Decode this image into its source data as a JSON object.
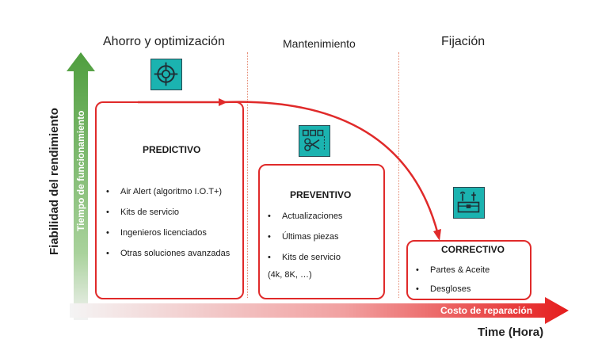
{
  "axes": {
    "y_outer_label": "Fiabilidad del rendimiento",
    "y_inner_label": "Tiempo de funcionamiento",
    "x_inner_label": "Costo de reparación",
    "x_outer_label": "Time (Hora)"
  },
  "phases": [
    {
      "title": "Ahorro y optimización"
    },
    {
      "title": "Mantenimiento"
    },
    {
      "title": "Fijación"
    }
  ],
  "cards": {
    "predictive": {
      "title": "PREDICTIVO",
      "items": [
        "Air Alert (algoritmo I.O.T+)",
        "Kits de servicio",
        "Ingenieros licenciados",
        "Otras soluciones avanzadas"
      ]
    },
    "preventive": {
      "title": "PREVENTIVO",
      "items": [
        "Actualizaciones",
        "Últimas piezas",
        "Kits de servicio",
        "(4k, 8K, …)"
      ]
    },
    "corrective": {
      "title": "CORRECTIVO",
      "items": [
        "Partes & Aceite",
        "Desgloses"
      ]
    }
  },
  "icons": {
    "predictive": "target-icon",
    "preventive": "scissors-icon",
    "corrective": "toolbox-icon"
  },
  "colors": {
    "accent_red": "#e02a2a",
    "arrow_green": "#5aa84a",
    "icon_teal": "#1bb3b0"
  }
}
